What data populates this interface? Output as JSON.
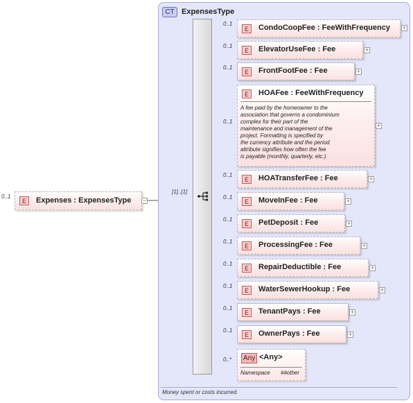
{
  "root": {
    "badge": "E",
    "name": "Expenses : ExpensesType",
    "cardinality": "0..1"
  },
  "complex_type": {
    "badge": "CT",
    "name": "ExpensesType",
    "documentation": "Money spent or costs incurred."
  },
  "sequence": {
    "cardinality": "[1]..[1]",
    "icon": "sequence-icon"
  },
  "children": [
    {
      "badge": "E",
      "name": "CondoCoopFee : FeeWithFrequency",
      "cardinality": "0..1"
    },
    {
      "badge": "E",
      "name": "ElevatorUseFee : Fee",
      "cardinality": "0..1"
    },
    {
      "badge": "E",
      "name": "FrontFootFee : Fee",
      "cardinality": "0..1"
    },
    {
      "badge": "E",
      "name": "HOAFee  : FeeWithFrequency",
      "cardinality": "0..1",
      "documentation": "A fee paid by the homeowner to the\nassociation that governs a condominium\ncomplex for their part of the\nmaintenance and management of the\nproject. Formatting is specified by\nthe currency attribute and the period\nattribute signifies how often the fee\nis payable (monthly, quarterly, etc.)."
    },
    {
      "badge": "E",
      "name": "HOATransferFee : Fee",
      "cardinality": "0..1"
    },
    {
      "badge": "E",
      "name": "MoveInFee : Fee",
      "cardinality": "0..1"
    },
    {
      "badge": "E",
      "name": "PetDeposit : Fee",
      "cardinality": "0..1"
    },
    {
      "badge": "E",
      "name": "ProcessingFee : Fee",
      "cardinality": "0..1"
    },
    {
      "badge": "E",
      "name": "RepairDeductible : Fee",
      "cardinality": "0..1"
    },
    {
      "badge": "E",
      "name": "WaterSewerHookup : Fee",
      "cardinality": "0..1"
    },
    {
      "badge": "E",
      "name": "TenantPays : Fee",
      "cardinality": "0..1"
    },
    {
      "badge": "E",
      "name": "OwnerPays : Fee",
      "cardinality": "0..1"
    }
  ],
  "any": {
    "badge": "Any",
    "name": "<Any>",
    "cardinality": "0..*",
    "namespace_label": "Namespace",
    "namespace_value": "##other"
  },
  "icons": {
    "expand": "+",
    "collapse": "−"
  }
}
